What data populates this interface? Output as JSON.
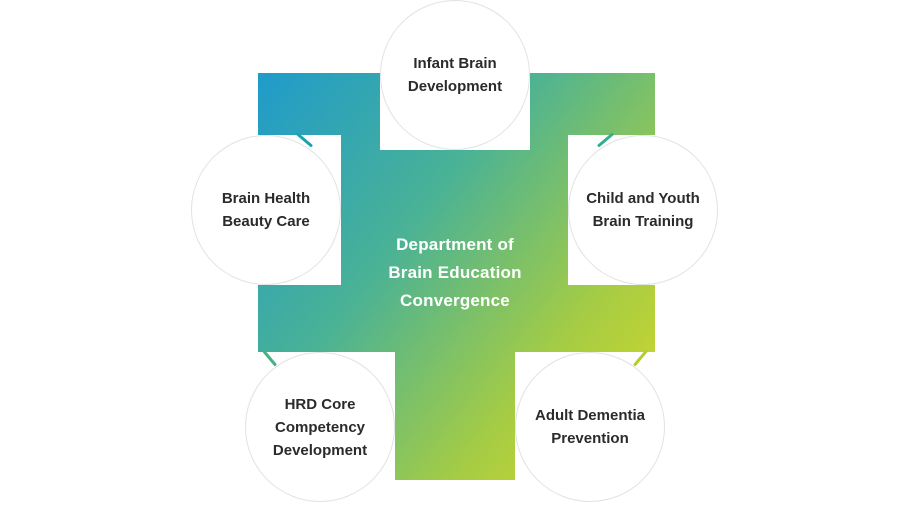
{
  "diagram": {
    "center": {
      "lines": [
        "Department of",
        "Brain Education",
        "Convergence"
      ]
    },
    "nodes": [
      {
        "id": "infant-brain-development",
        "lines": [
          "Infant Brain",
          "Development"
        ]
      },
      {
        "id": "brain-health-beauty-care",
        "lines": [
          "Brain Health",
          "Beauty Care"
        ]
      },
      {
        "id": "child-and-youth-brain-training",
        "lines": [
          "Child and Youth",
          "Brain Training"
        ]
      },
      {
        "id": "hrd-core-competency-development",
        "lines": [
          "HRD Core",
          "Competency",
          "Development"
        ]
      },
      {
        "id": "adult-dementia-prevention",
        "lines": [
          "Adult Dementia",
          "Prevention"
        ]
      }
    ],
    "colors": {
      "gradient_start": "#1f9bcb",
      "gradient_mid_teal": "#4ab295",
      "gradient_mid_green": "#a5cc44",
      "gradient_end": "#d9da26",
      "node_border": "#e2e2e2",
      "node_text": "#2b2b2b",
      "center_text": "#ffffff",
      "tick_teal_blue": "#18a3b0",
      "tick_teal_green": "#2fae93",
      "tick_green": "#45b183",
      "tick_olive": "#b9cb2e"
    }
  }
}
